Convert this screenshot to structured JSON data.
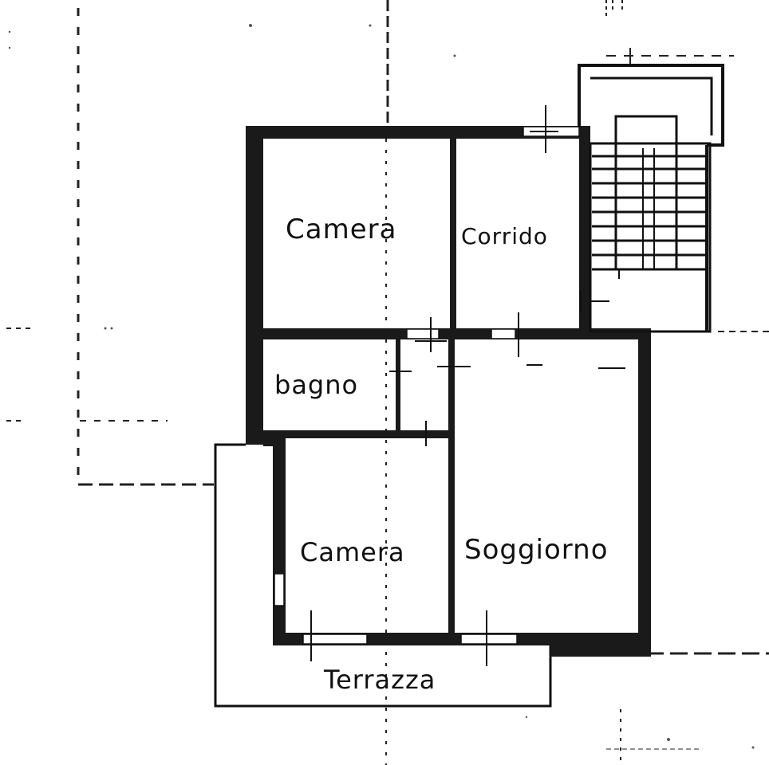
{
  "plan": {
    "rooms": [
      {
        "id": "camera-1",
        "label": "Camera"
      },
      {
        "id": "corridoio",
        "label": "Corrido"
      },
      {
        "id": "bagno",
        "label": "bagno"
      },
      {
        "id": "camera-2",
        "label": "Camera"
      },
      {
        "id": "soggiorno",
        "label": "Soggiorno"
      },
      {
        "id": "terrazza",
        "label": "Terrazza"
      }
    ]
  },
  "colors": {
    "ink": "#111111",
    "paper": "#ffffff",
    "grain": "#555555"
  }
}
